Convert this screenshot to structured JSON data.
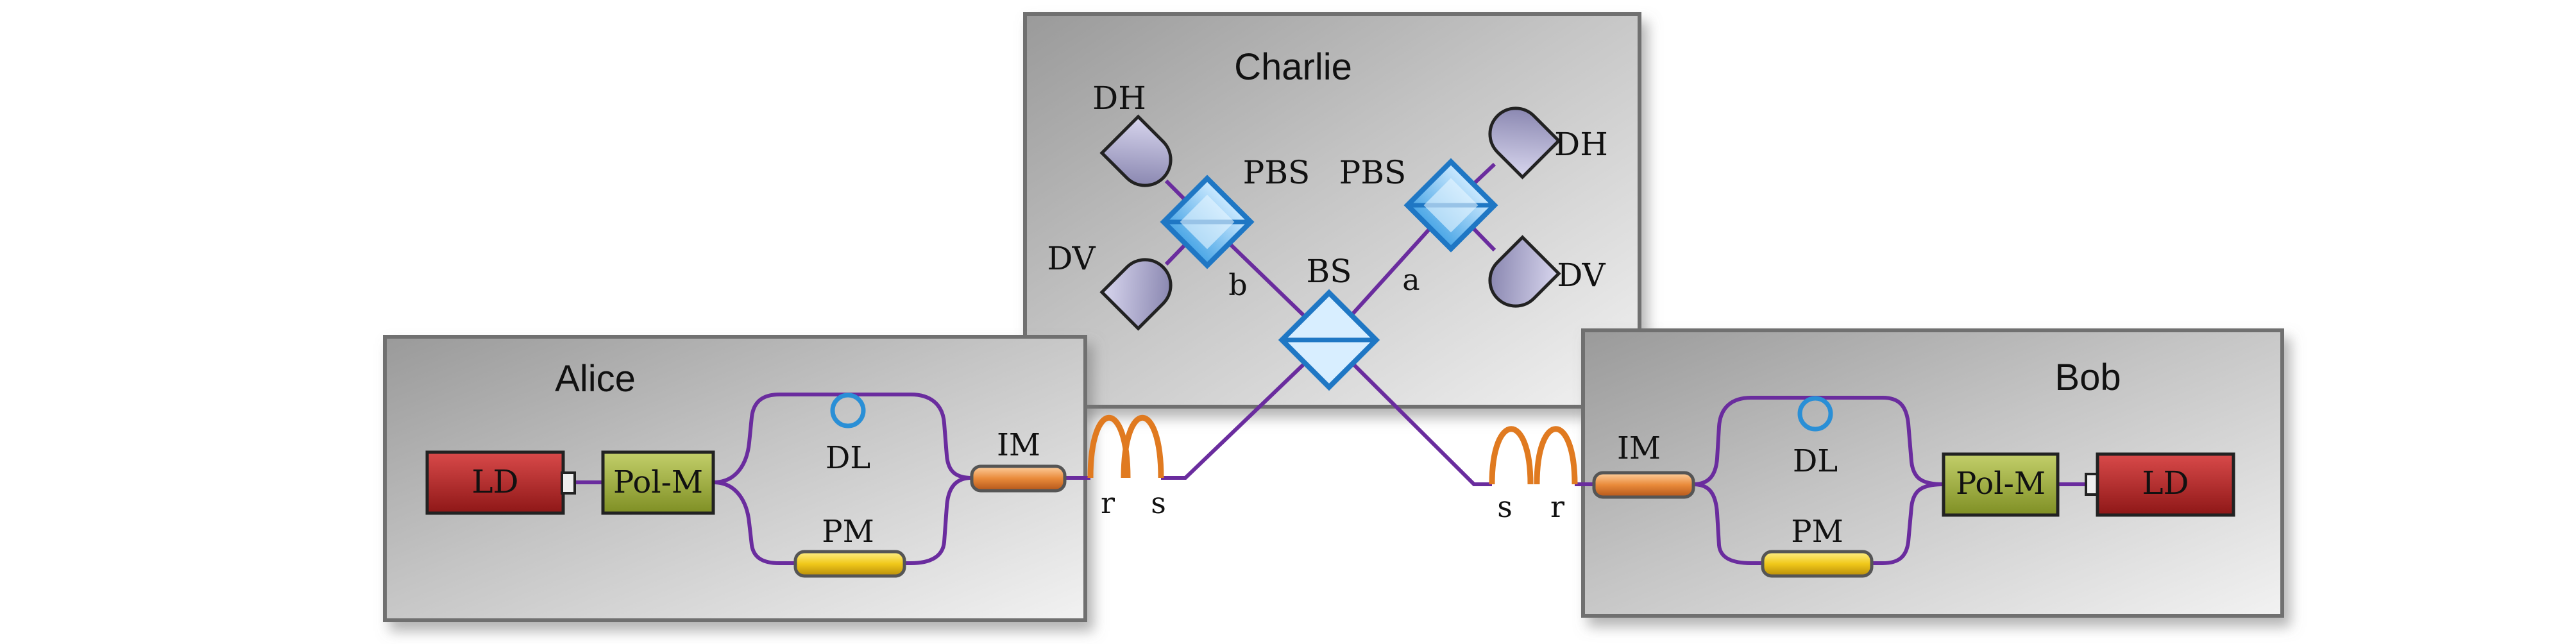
{
  "boxes": {
    "charlie": "Charlie",
    "alice": "Alice",
    "bob": "Bob"
  },
  "charlie": {
    "detector_dh_left": "DH",
    "detector_dv_left": "DV",
    "detector_dh_right": "DH",
    "detector_dv_right": "DV",
    "pbs_left": "PBS",
    "pbs_right": "PBS",
    "bs": "BS",
    "port_b": "b",
    "port_a": "a"
  },
  "alice": {
    "ld": "LD",
    "polm": "Pol-M",
    "dl": "DL",
    "pm": "PM",
    "im": "IM",
    "r": "r",
    "s": "s"
  },
  "bob": {
    "ld": "LD",
    "polm": "Pol-M",
    "dl": "DL",
    "pm": "PM",
    "im": "IM",
    "r": "r",
    "s": "s"
  },
  "colors": {
    "fiber": "#6a2c9e",
    "splitter": "#2a8fd6",
    "laser": "#b32323",
    "polm": "#9aaa3a",
    "pm": "#e8c21c",
    "im": "#e07a2a",
    "coil": "#e07a20",
    "detector": "#a9a6c8",
    "box": "#bcbcbc"
  }
}
